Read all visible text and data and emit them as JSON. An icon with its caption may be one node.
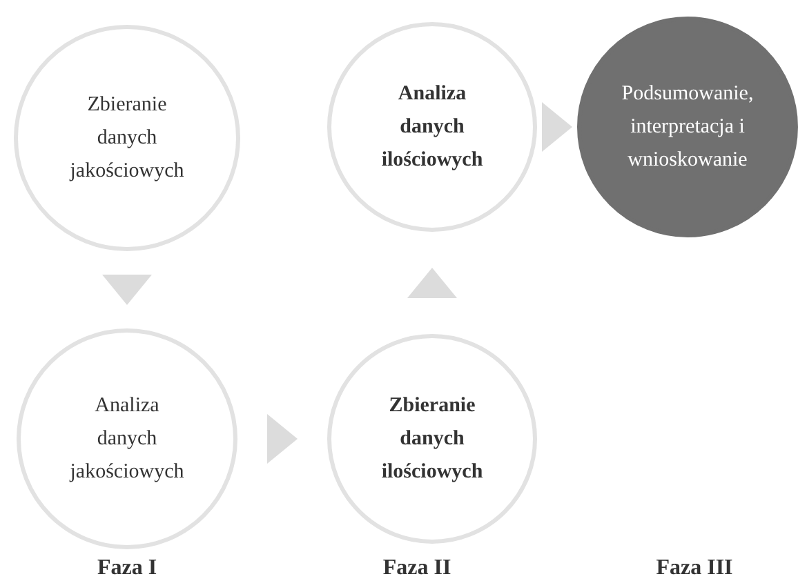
{
  "diagram": {
    "nodes": [
      {
        "text": [
          "Zbieranie danych jakościowych"
        ]
      },
      {
        "text": [
          "Analiza danych jakościowych"
        ]
      },
      {
        "text": [
          "Analiza danych ilościowych"
        ]
      },
      {
        "text": [
          "Zbieranie danych ilościowych"
        ]
      },
      {
        "text": [
          "Podsumowanie, interpretacja i wnioskowanie"
        ]
      }
    ],
    "edges": [
      {
        "from": 0,
        "to": 1,
        "arrow": "to"
      },
      {
        "from": 1,
        "to": 3,
        "arrow": "to"
      },
      {
        "from": 3,
        "to": 2,
        "arrow": "to"
      },
      {
        "from": 2,
        "to": 4,
        "arrow": "to"
      }
    ],
    "labels": [
      "Faza I",
      "Faza II",
      "Faza III"
    ]
  }
}
